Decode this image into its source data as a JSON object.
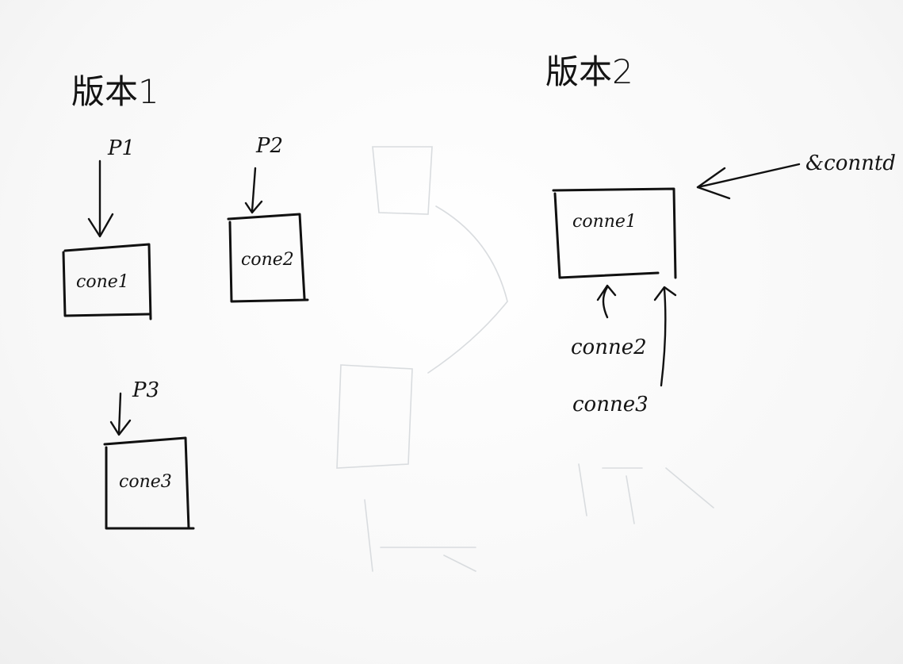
{
  "diagram": {
    "version1": {
      "title": "版本1",
      "connections": [
        {
          "pointer": "P1",
          "box": "cone1"
        },
        {
          "pointer": "P2",
          "box": "cone2"
        },
        {
          "pointer": "P3",
          "box": "cone3"
        }
      ]
    },
    "version2": {
      "title": "版本2",
      "box": "conne1",
      "external_pointer": "&conntd",
      "waiting": [
        "conne2",
        "conne3"
      ]
    }
  },
  "colors": {
    "ink": "#111111",
    "paper": "#fbfbfb",
    "bleed_through": "#d9dcdf"
  }
}
